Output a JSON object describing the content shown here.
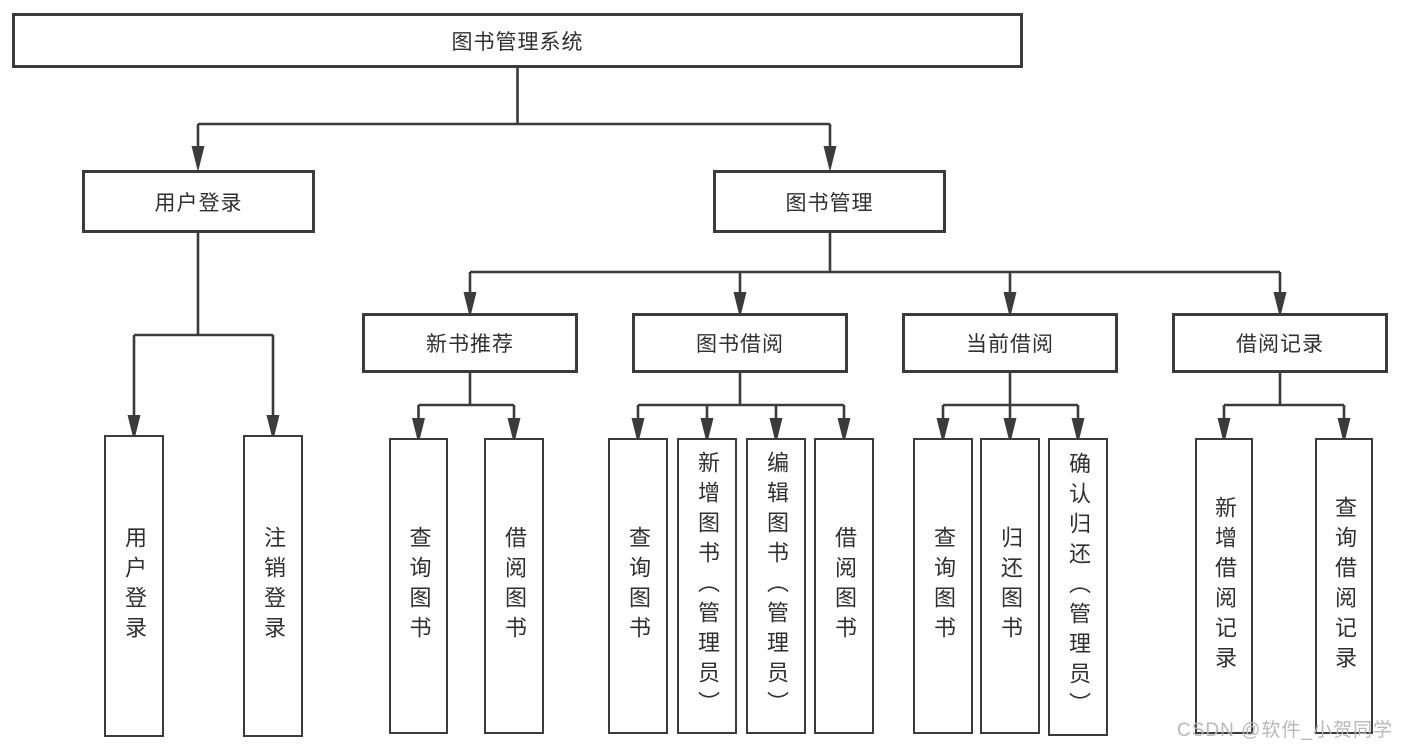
{
  "diagram": {
    "root": {
      "label": "图书管理系统"
    },
    "level2": {
      "user_login": {
        "label": "用户登录"
      },
      "book_management": {
        "label": "图书管理"
      }
    },
    "level3": {
      "new_book_recommend": {
        "label": "新书推荐"
      },
      "book_borrow": {
        "label": "图书借阅"
      },
      "current_borrow": {
        "label": "当前借阅"
      },
      "borrow_records": {
        "label": "借阅记录"
      }
    },
    "leaves": {
      "user_login": {
        "label": "用户登录"
      },
      "logout": {
        "label": "注销登录"
      },
      "rec_query_books": {
        "label": "查询图书"
      },
      "rec_borrow_books": {
        "label": "借阅图书"
      },
      "bb_query_books": {
        "label": "查询图书"
      },
      "bb_add_books": {
        "label": "新增图书（管理员）"
      },
      "bb_edit_books": {
        "label": "编辑图书（管理员）"
      },
      "bb_borrow_books": {
        "label": "借阅图书"
      },
      "cb_query_books": {
        "label": "查询图书"
      },
      "cb_return_books": {
        "label": "归还图书"
      },
      "cb_confirm_return": {
        "label": "确认归还（管理员）"
      },
      "br_add_record": {
        "label": "新增借阅记录"
      },
      "br_query_record": {
        "label": "查询借阅记录"
      }
    }
  },
  "watermark": {
    "text": "CSDN @软件_小贺同学"
  },
  "colors": {
    "line": "#3b3b3b",
    "text": "#303030",
    "watermark": "#b5b5b5",
    "bg": "#ffffff"
  }
}
